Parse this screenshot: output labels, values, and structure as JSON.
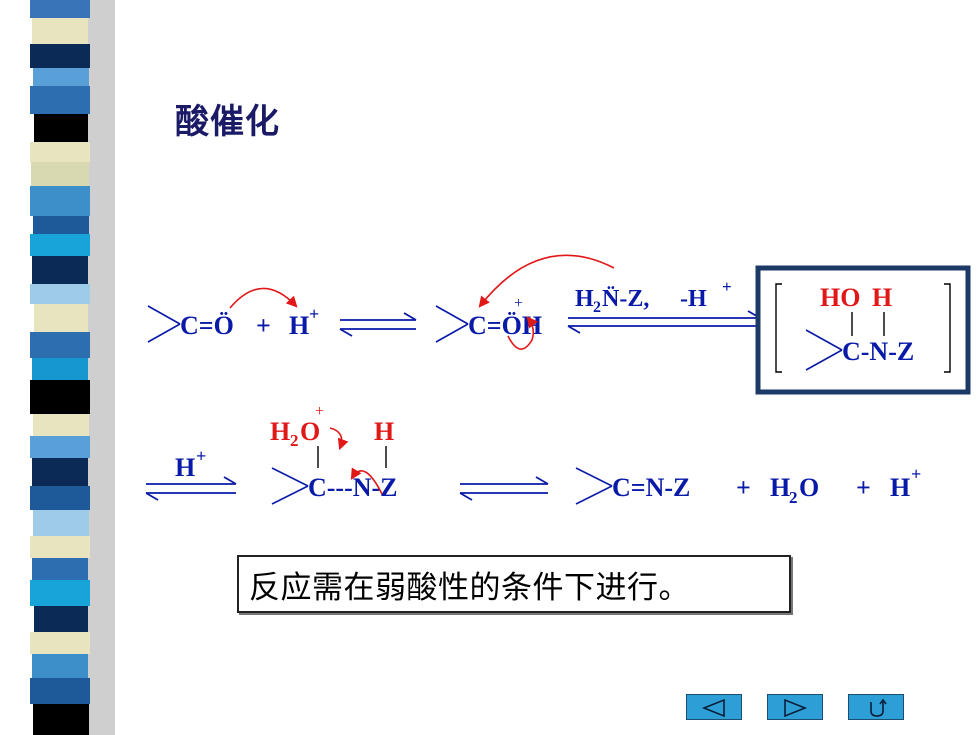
{
  "slide": {
    "title": "酸催化",
    "note": "反应需在弱酸性的条件下进行。"
  },
  "scheme": {
    "row1": {
      "carbonyl": "C=Ö",
      "plus1": "+",
      "proton": "H",
      "proton_sup": "+",
      "protonated": "C=ÖH",
      "protonated_charge": "+",
      "reagent_h": "H",
      "reagent_sub": "2",
      "reagent_n": "N̈-Z,",
      "minus_h": "-H",
      "minus_h_sup": "+",
      "box_ho": "HO",
      "box_h": "H",
      "box_core": "C-N-Z"
    },
    "row2": {
      "arrow_h": "H",
      "arrow_h_sup": "+",
      "water_h": "H",
      "water_sub": "2",
      "water_o": "O",
      "water_charge": "+",
      "n_h": "H",
      "core": "C---N-Z",
      "product": "C=N-Z",
      "plus_a": "+",
      "water2_h": "H",
      "water2_sub": "2",
      "water2_o": "O",
      "plus_b": "+",
      "final_h": "H",
      "final_h_sup": "+"
    }
  },
  "colors": {
    "text_blue": "#0a1aa8",
    "red": "#e01818",
    "box_border": "#1b3a66",
    "nav_fill": "#2e9fd6"
  },
  "nav": {
    "prev_icon": "triangle-left-icon",
    "next_icon": "triangle-right-icon",
    "return_icon": "return-u-icon"
  }
}
